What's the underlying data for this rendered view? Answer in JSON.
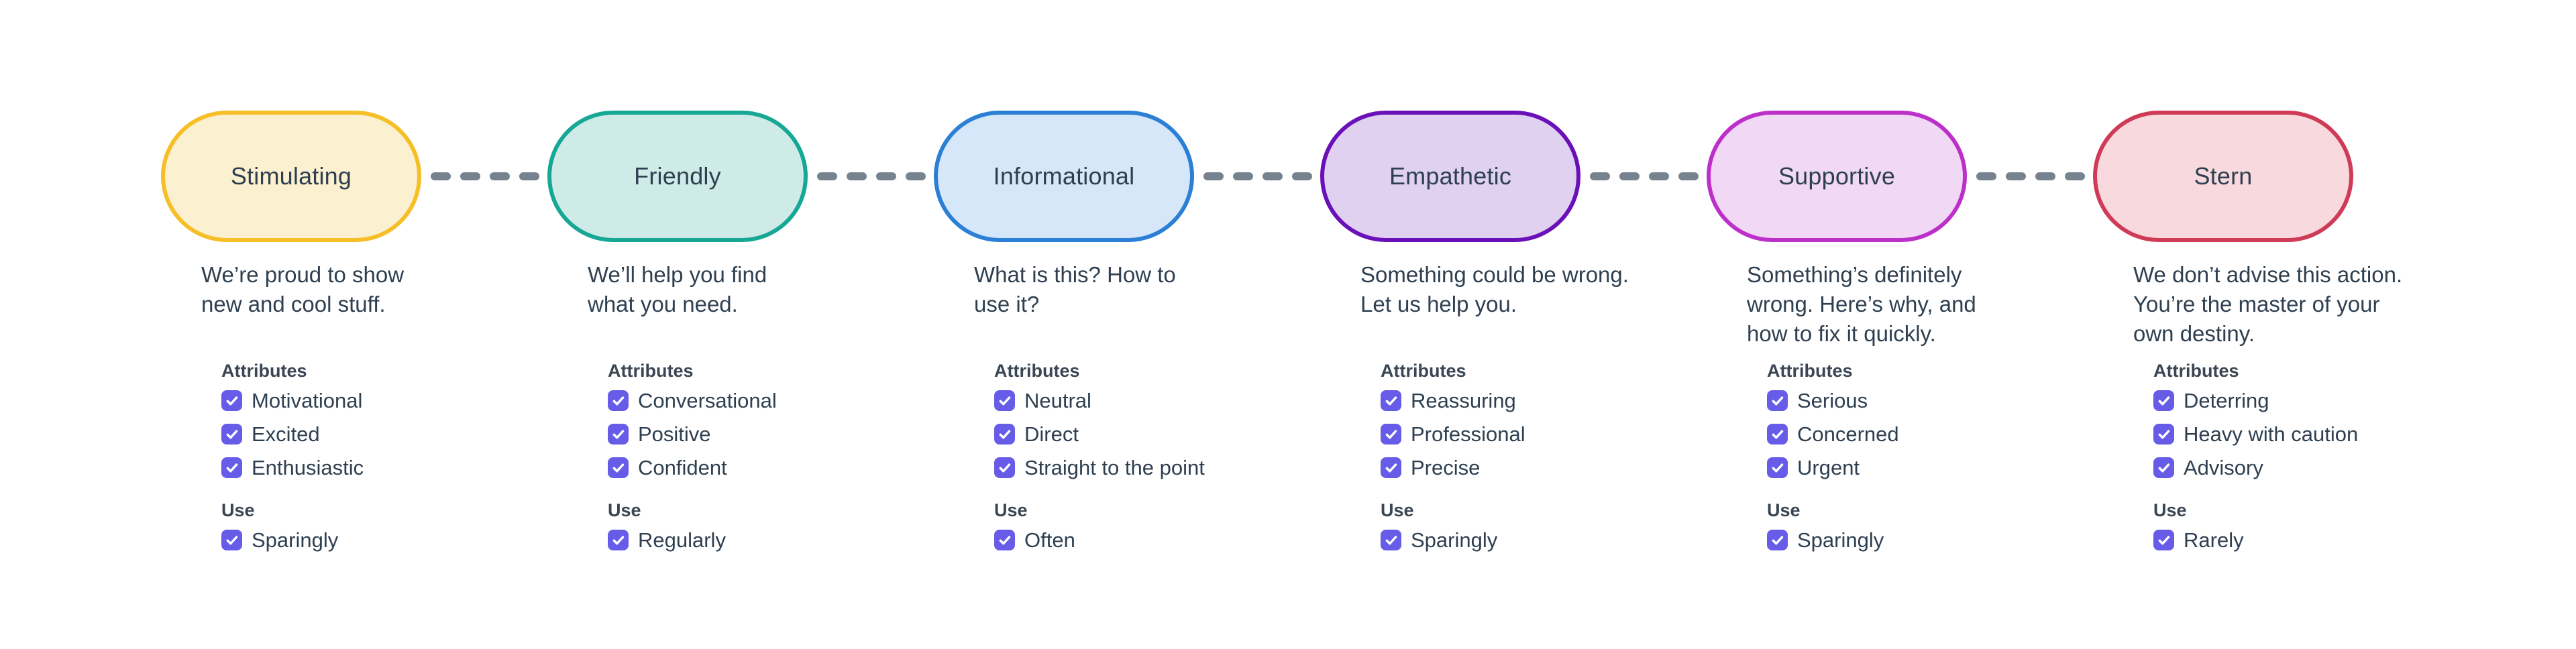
{
  "labels": {
    "attributes_heading": "Attributes",
    "use_heading": "Use"
  },
  "style_tokens": {
    "text_color": "#2E3F50",
    "heading_color": "#3A4653",
    "checkbox_color": "#675CE8",
    "connector_color": "#76828E",
    "background_color": "#FFFFFF"
  },
  "connector": {
    "style": "dashed"
  },
  "nodes": [
    {
      "label": "Stimulating",
      "border_color": "#F6BF27",
      "fill_color": "#FBF0D0",
      "description_lines": [
        "We’re proud to show",
        "new and cool stuff."
      ],
      "attributes": [
        "Motivational",
        "Excited",
        "Enthusiastic"
      ],
      "use": "Sparingly"
    },
    {
      "label": "Friendly",
      "border_color": "#16A795",
      "fill_color": "#CFEBE8",
      "description_lines": [
        "We’ll help you find",
        "what you need."
      ],
      "attributes": [
        "Conversational",
        "Positive",
        "Confident"
      ],
      "use": "Regularly"
    },
    {
      "label": "Informational",
      "border_color": "#2B80D5",
      "fill_color": "#D5E7F8",
      "description_lines": [
        "What is this? How to",
        "use it?"
      ],
      "attributes": [
        "Neutral",
        "Direct",
        "Straight to the point"
      ],
      "use": "Often"
    },
    {
      "label": "Empathetic",
      "border_color": "#6A10B8",
      "fill_color": "#E1D1F1",
      "description_lines": [
        "Something could be wrong.",
        "Let us help you."
      ],
      "attributes": [
        "Reassuring",
        "Professional",
        "Precise"
      ],
      "use": "Sparingly"
    },
    {
      "label": "Supportive",
      "border_color": "#BC30C9",
      "fill_color": "#F1D9F5",
      "description_lines": [
        "Something’s definitely",
        "wrong. Here’s why, and",
        "how to fix it quickly."
      ],
      "attributes": [
        "Serious",
        "Concerned",
        "Urgent"
      ],
      "use": "Sparingly"
    },
    {
      "label": "Stern",
      "border_color": "#CF3A56",
      "fill_color": "#F8DADE",
      "description_lines": [
        "We don’t advise this action.",
        "You’re the master of your",
        "own destiny."
      ],
      "attributes": [
        "Deterring",
        "Heavy with caution",
        "Advisory"
      ],
      "use": "Rarely"
    }
  ]
}
